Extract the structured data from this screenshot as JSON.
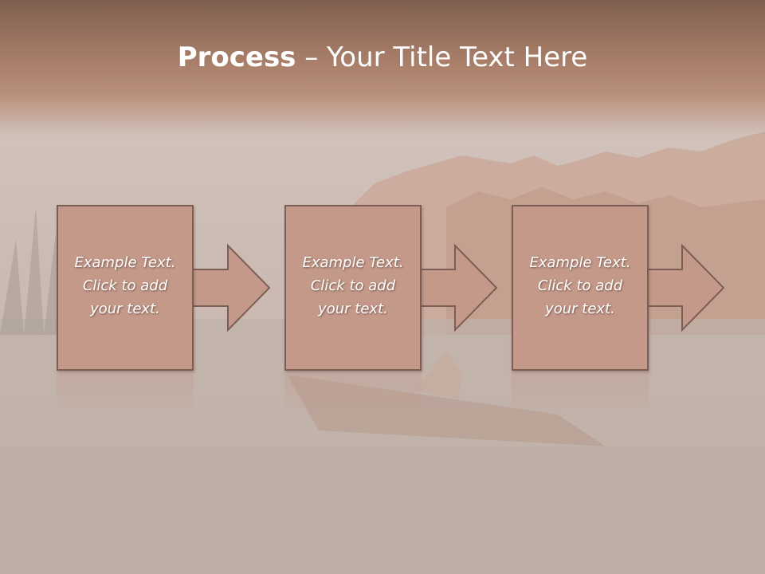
{
  "slide": {
    "title_bold": "Process",
    "title_rest": " – Your Title Text Here"
  },
  "steps": [
    {
      "line1": "Example Text.",
      "line2": "Click  to add",
      "line3": "your text."
    },
    {
      "line1": "Example Text.",
      "line2": "Click  to add",
      "line3": "your text."
    },
    {
      "line1": "Example Text.",
      "line2": "Click  to add",
      "line3": "your text."
    }
  ],
  "colors": {
    "box_fill": "#c4998a",
    "box_border": "#7d5e55",
    "title_band": "#a87e69",
    "text": "#ffffff"
  }
}
